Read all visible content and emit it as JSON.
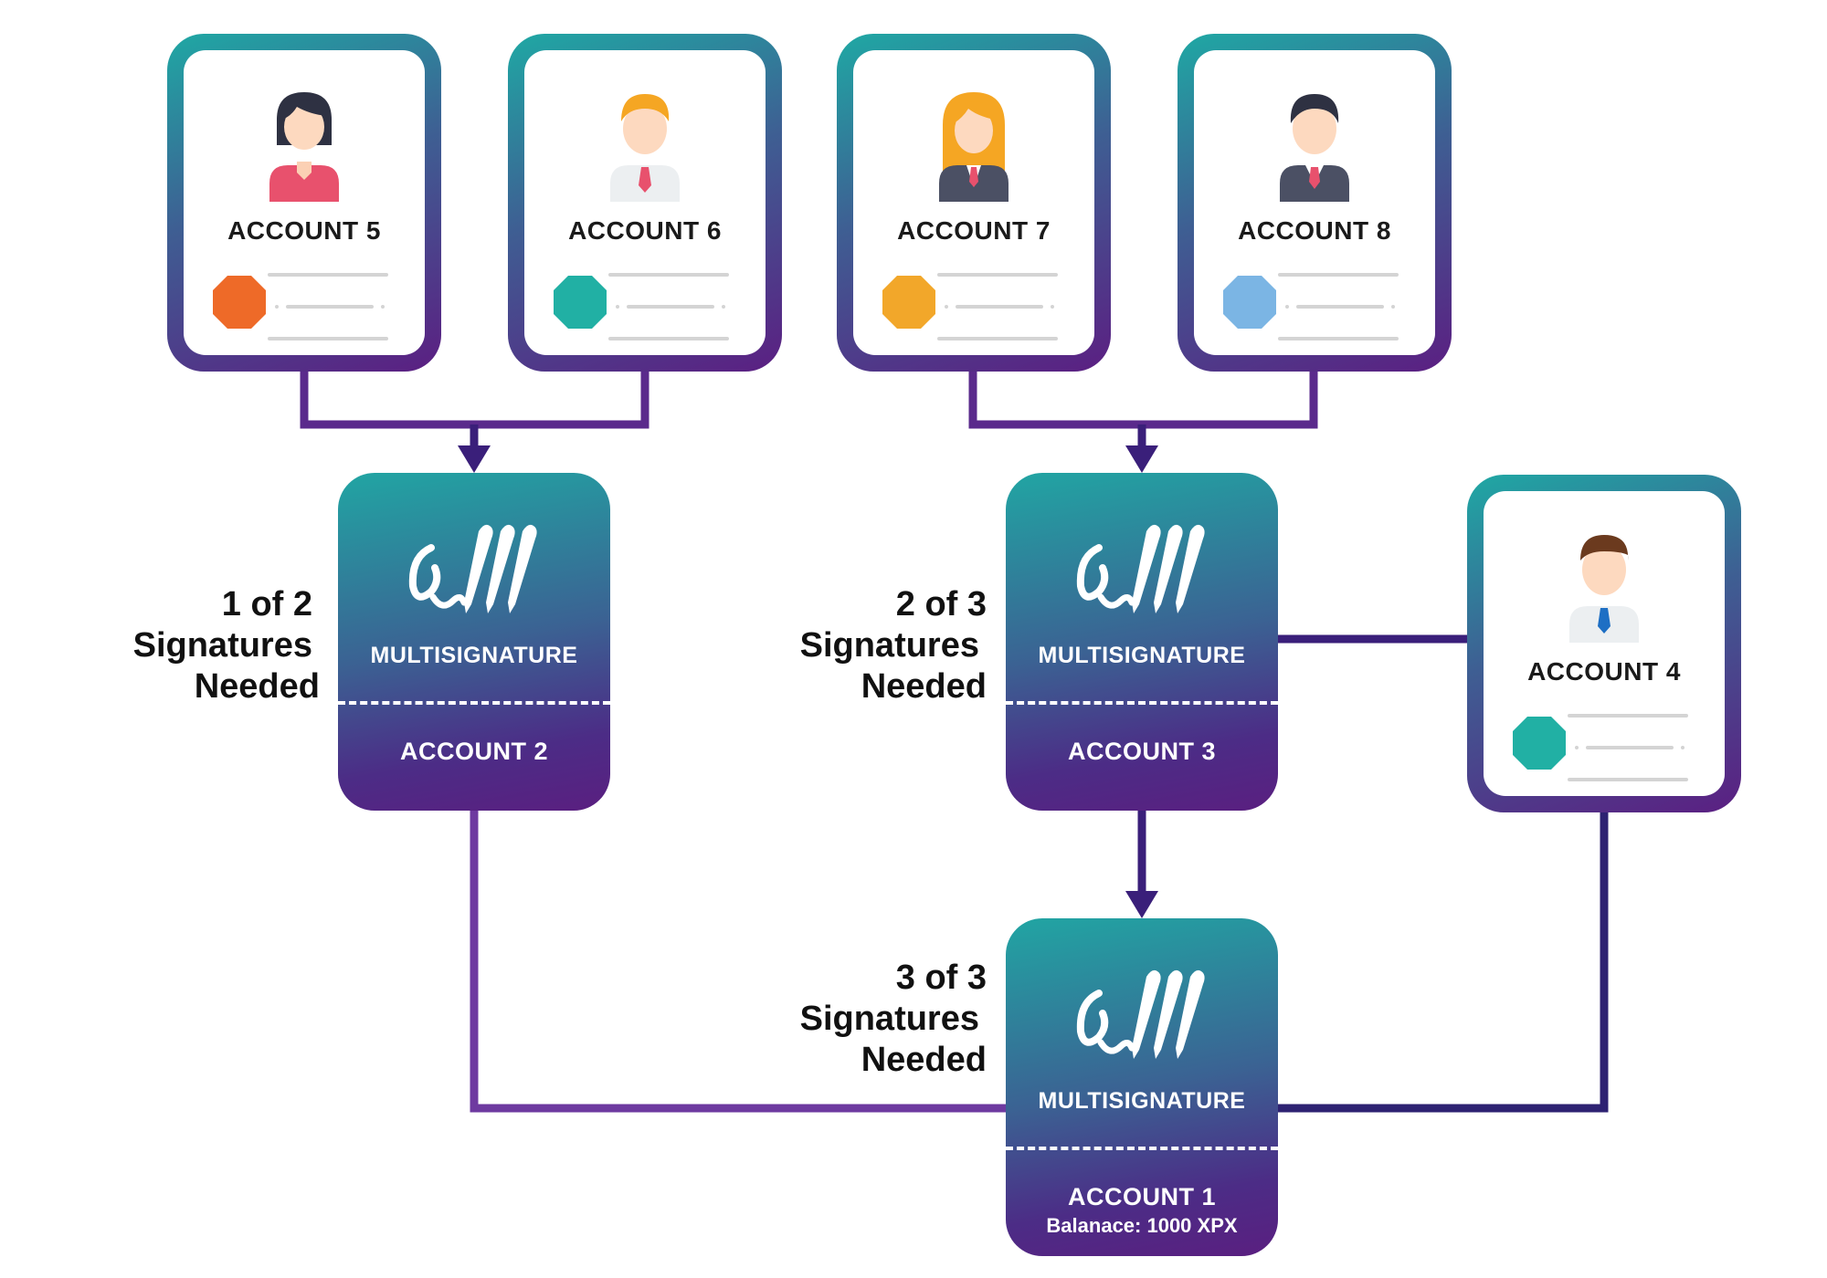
{
  "accounts": [
    {
      "id": "account-5",
      "label": "ACCOUNT 5",
      "badge_color": "#ee6a28",
      "avatar": "woman-red-sweater"
    },
    {
      "id": "account-6",
      "label": "ACCOUNT 6",
      "badge_color": "#21b0a4",
      "avatar": "man-blonde-white-shirt"
    },
    {
      "id": "account-7",
      "label": "ACCOUNT 7",
      "badge_color": "#f2a72a",
      "avatar": "woman-orange-hair-suit"
    },
    {
      "id": "account-8",
      "label": "ACCOUNT 8",
      "badge_color": "#7bb5e4",
      "avatar": "man-dark-suit"
    },
    {
      "id": "account-4",
      "label": "ACCOUNT 4",
      "badge_color": "#21b0a4",
      "avatar": "man-brown-hair-white-shirt"
    }
  ],
  "multisigs": [
    {
      "id": "account-2",
      "type_label": "MULTISIGNATURE",
      "account_label": "ACCOUNT 2",
      "requirement": [
        "1 of 2",
        "Signatures",
        "Needed"
      ]
    },
    {
      "id": "account-3",
      "type_label": "MULTISIGNATURE",
      "account_label": "ACCOUNT 3",
      "requirement": [
        "2 of 3",
        "Signatures",
        "Needed"
      ]
    },
    {
      "id": "account-1",
      "type_label": "MULTISIGNATURE",
      "account_label": "ACCOUNT 1",
      "balance": "Balanace: 1000 XPX",
      "requirement": [
        "3 of 3",
        "Signatures",
        "Needed"
      ]
    }
  ],
  "colors": {
    "teal": "#1fa8a4",
    "purple": "#5b1f82",
    "line_dark": "#3a1f7a",
    "line_mid": "#5a2a8c",
    "line_light": "#6e3aa0"
  },
  "icons": {
    "multisig": "signature-pens-icon"
  }
}
